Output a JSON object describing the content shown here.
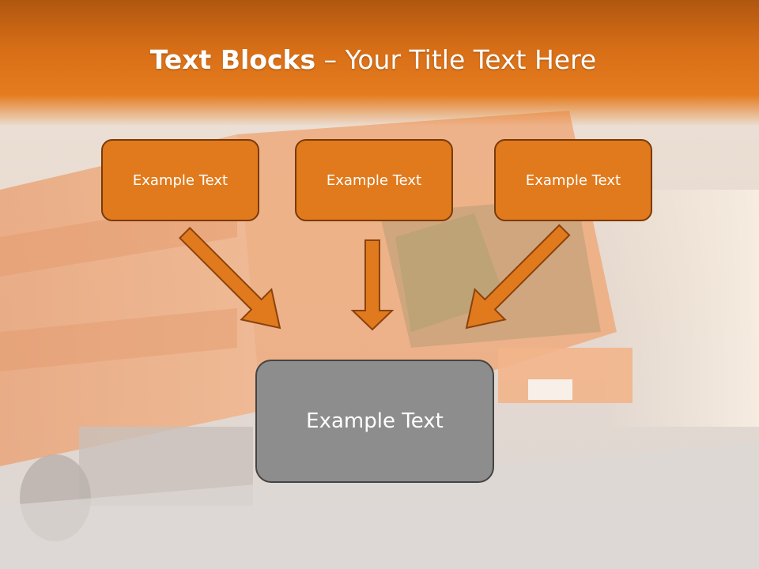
{
  "title": {
    "bold": "Text Blocks",
    "rest": " – Your Title Text Here"
  },
  "boxes": {
    "top": [
      "Example Text",
      "Example Text",
      "Example Text"
    ],
    "bottom": "Example Text"
  },
  "colors": {
    "band": "#d86f17",
    "box_fill": "#e07a1c",
    "box_border": "#7a3a0a",
    "arrow": "#e07a1c",
    "result_fill": "#8d8d8d",
    "result_border": "#444444"
  }
}
